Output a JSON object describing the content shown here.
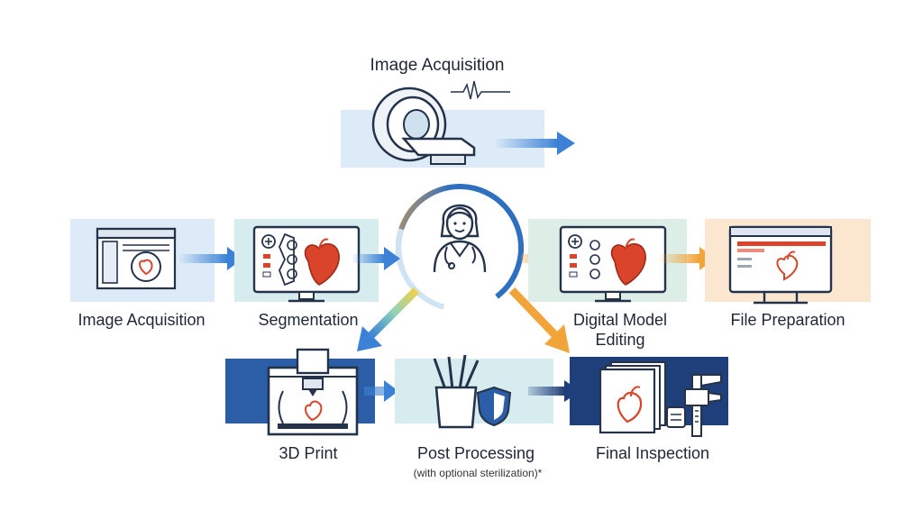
{
  "diagram": {
    "top_step": {
      "label": "Image Acquisition"
    },
    "center": {
      "role": "clinician-icon"
    },
    "steps": [
      {
        "id": "image-acquisition",
        "label": "Image Acquisition"
      },
      {
        "id": "segmentation",
        "label": "Segmentation"
      },
      {
        "id": "digital-model-editing",
        "label_line1": "Digital Model",
        "label_line2": "Editing"
      },
      {
        "id": "file-preparation",
        "label": "File Preparation"
      },
      {
        "id": "3d-print",
        "label": "3D Print"
      },
      {
        "id": "post-processing",
        "label": "Post Processing",
        "note": "(with optional sterilization)*"
      },
      {
        "id": "final-inspection",
        "label": "Final Inspection"
      }
    ]
  },
  "colors": {
    "blue_arrow": "#3b82d6",
    "orange_arrow": "#f0a43a",
    "light_blue_panel": "#dcebf7",
    "dark_blue_panel": "#2c5ea8",
    "navy_panel": "#1f3f7a",
    "peach_panel": "#fbe6cf",
    "teal_panel": "#d6ecef",
    "heart_red": "#d9442b",
    "outline": "#24324a"
  }
}
